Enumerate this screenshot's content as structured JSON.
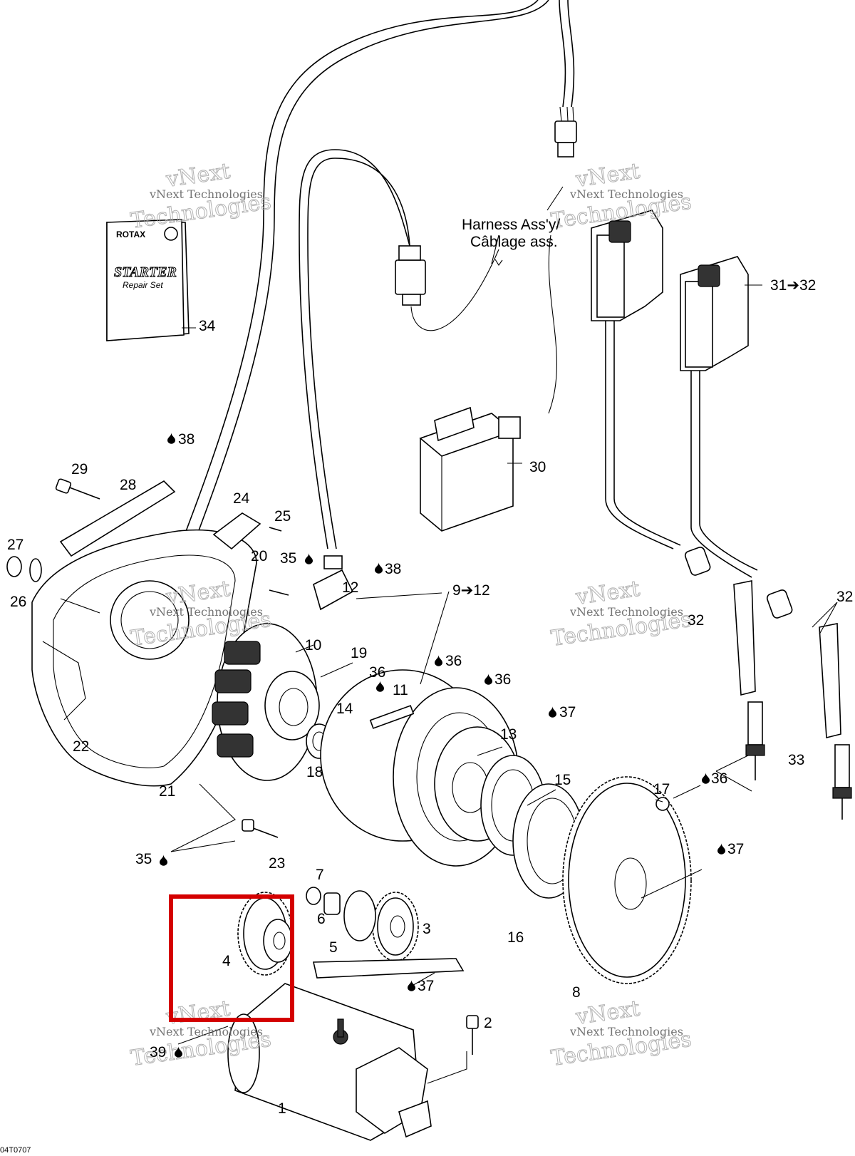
{
  "harness_label": [
    "Harness Ass'y/",
    "Câblage ass."
  ],
  "drawing_code": "04T0707",
  "booklet": {
    "brand": "ROTAX",
    "title": "STARTER",
    "subtitle": "Repair Set"
  },
  "watermark": {
    "line1": "vNext",
    "line2": "vNext Technologies",
    "line3": "Technologies"
  },
  "highlight_color": "#d40000",
  "callouts": {
    "c1": "1",
    "c2": "2",
    "c3": "3",
    "c4": "4",
    "c5": "5",
    "c6": "6",
    "c7": "7",
    "c8": "8",
    "c9_12": "9➔12",
    "c10": "10",
    "c11": "11",
    "c12": "12",
    "c13": "13",
    "c14": "14",
    "c15": "15",
    "c16": "16",
    "c17": "17",
    "c18": "18",
    "c19": "19",
    "c20": "20",
    "c21": "21",
    "c22": "22",
    "c23": "23",
    "c24": "24",
    "c25": "25",
    "c26": "26",
    "c27": "27",
    "c28": "28",
    "c29": "29",
    "c30": "30",
    "c31_32": "31➔32",
    "c32a": "32",
    "c32b": "32",
    "c33": "33",
    "c34": "34",
    "c35a": "35",
    "c35b": "35",
    "c36a": "36",
    "c36b": "36",
    "c36c": "36",
    "c36d": "36",
    "c37a": "37",
    "c37b": "37",
    "c37c": "37",
    "c38a": "38",
    "c38b": "38",
    "c39": "39"
  }
}
